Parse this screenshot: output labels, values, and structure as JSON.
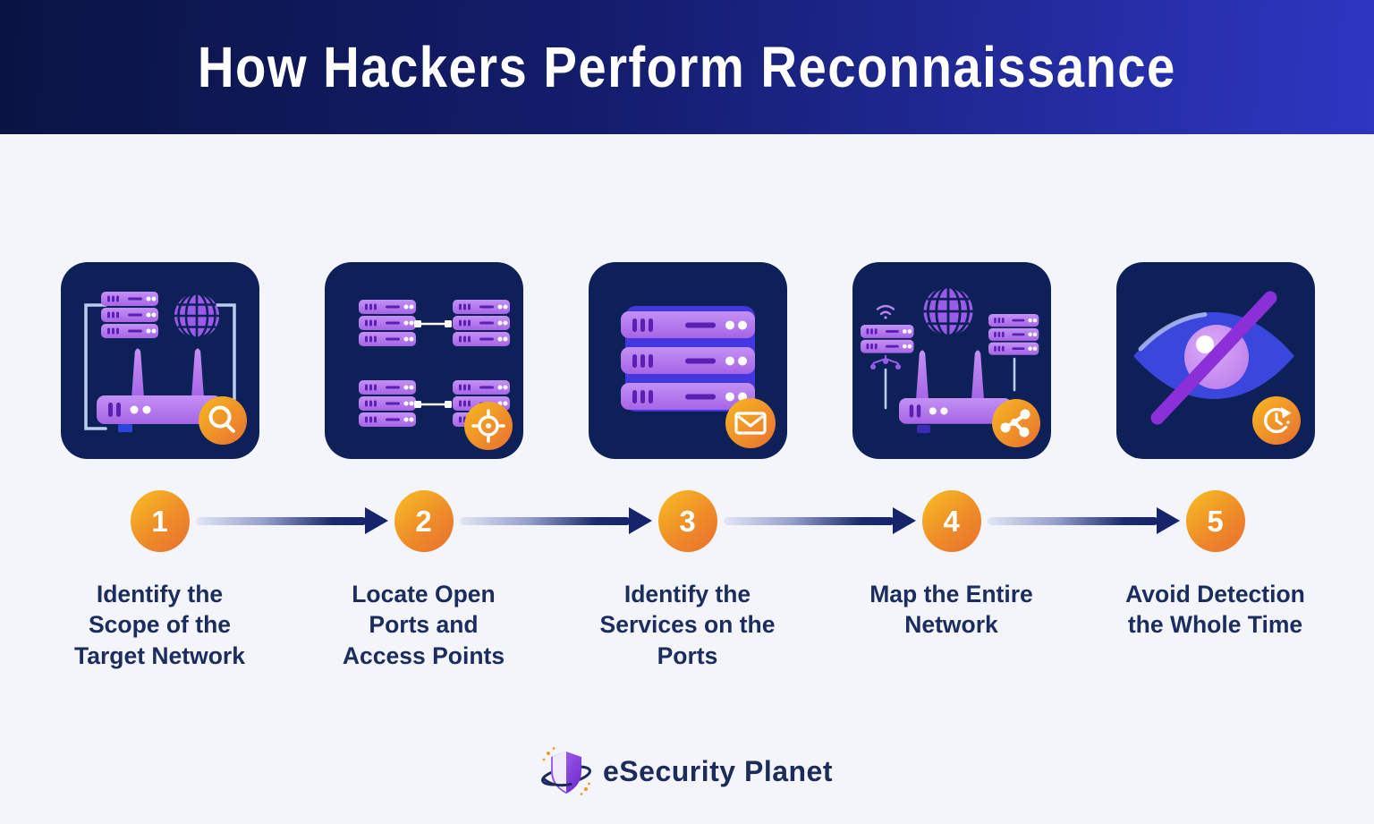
{
  "title": "How Hackers Perform Reconnaissance",
  "steps": [
    {
      "number": "1",
      "label": "Identify the Scope of the Target Network",
      "illustration": "router-globe-servers-scan-icon",
      "badge_icon": "magnifier-icon"
    },
    {
      "number": "2",
      "label": "Locate Open Ports and Access Points",
      "illustration": "linked-server-racks-icon",
      "badge_icon": "crosshair-icon"
    },
    {
      "number": "3",
      "label": "Identify the Services on the Ports",
      "illustration": "server-stack-icon",
      "badge_icon": "mail-icon"
    },
    {
      "number": "4",
      "label": "Map the Entire Network",
      "illustration": "network-topology-icon",
      "badge_icon": "share-nodes-icon"
    },
    {
      "number": "5",
      "label": "Avoid Detection the Whole Time",
      "illustration": "hidden-eye-icon",
      "badge_icon": "clock-history-icon"
    }
  ],
  "footer": {
    "brand": "eSecurity Planet"
  },
  "colors": {
    "header_gradient_start": "#0a1443",
    "header_gradient_end": "#2e36c2",
    "page_background": "#f4f5fa",
    "card_background": "#0d2158",
    "badge_orange_start": "#f6b821",
    "badge_orange_end": "#e96f31",
    "label_navy": "#1b2d5e",
    "arrow_navy": "#16246b",
    "purple_light": "#bb86f0",
    "purple_dark": "#5c1fb4",
    "eye_blue": "#3a46dc",
    "slash_purple": "#8b2fd8",
    "logo_orange": "#f09a26"
  }
}
